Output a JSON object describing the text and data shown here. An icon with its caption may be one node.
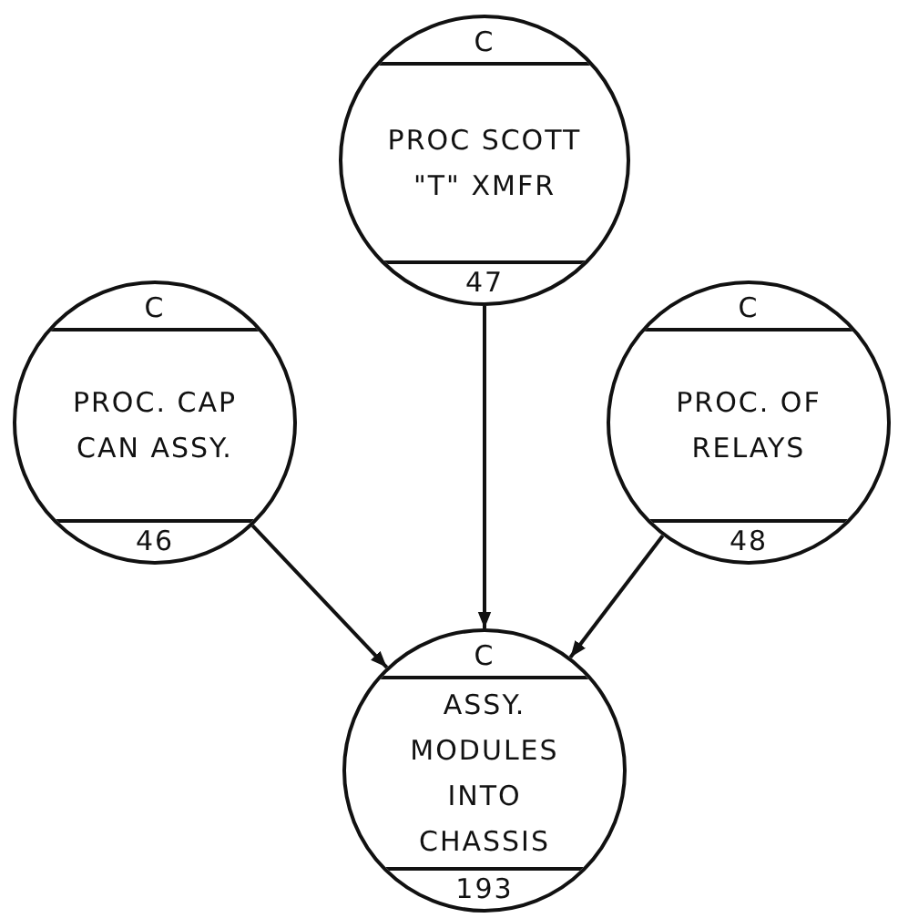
{
  "diagram": {
    "nodes": [
      {
        "text": [
          "C",
          "PROC SCOTT \"T\" XMFR",
          "47"
        ]
      },
      {
        "text": [
          "C",
          "PROC. CAP CAN ASSY.",
          "46"
        ]
      },
      {
        "text": [
          "C",
          "PROC. OF RELAYS",
          "48"
        ]
      },
      {
        "text": [
          "C",
          "ASSY. MODULES INTO CHASSIS",
          "193"
        ]
      }
    ],
    "edges": [
      {
        "from": 0,
        "to": 3,
        "arrow": "to"
      },
      {
        "from": 1,
        "to": 3,
        "arrow": "to"
      },
      {
        "from": 2,
        "to": 3,
        "arrow": "to"
      }
    ]
  }
}
